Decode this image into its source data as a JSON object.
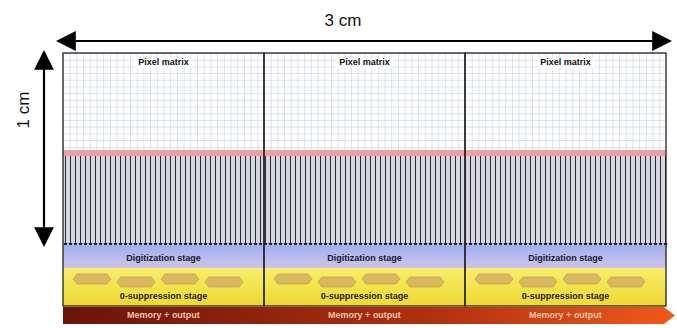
{
  "diagram": {
    "nodes": [
      {
        "text": [
          "Pixel matrix"
        ]
      },
      {
        "text": [
          "Pixel matrix"
        ]
      },
      {
        "text": [
          "Pixel matrix"
        ]
      },
      {
        "text": [
          "Digitization stage"
        ]
      },
      {
        "text": [
          "Digitization stage"
        ]
      },
      {
        "text": [
          "Digitization stage"
        ]
      },
      {
        "text": [
          "0-suppression stage"
        ]
      },
      {
        "text": [
          "0-suppression stage"
        ]
      },
      {
        "text": [
          "0-suppression stage"
        ]
      },
      {
        "text": [
          "Memory + output"
        ]
      },
      {
        "text": [
          "Memory + output"
        ]
      },
      {
        "text": [
          "Memory + output"
        ]
      }
    ],
    "labels": [
      "3 cm",
      "1 cm"
    ]
  }
}
